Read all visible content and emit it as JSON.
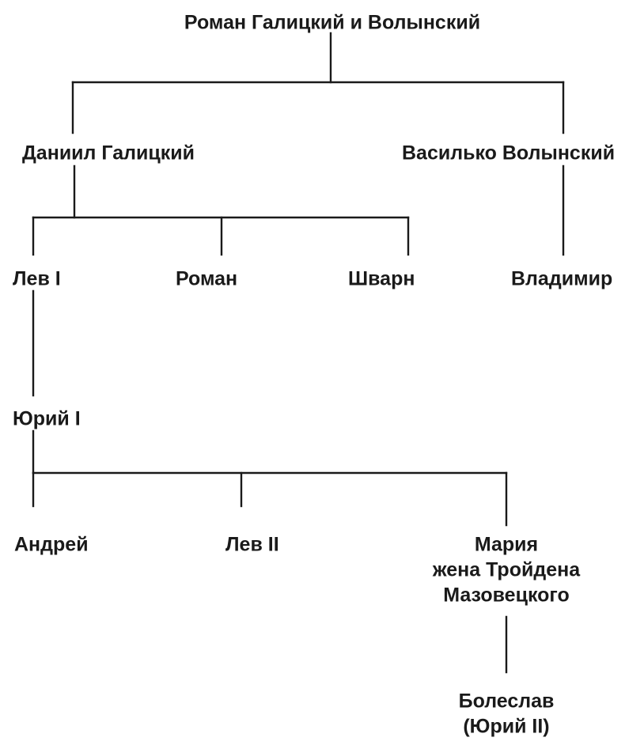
{
  "tree": {
    "nodes": {
      "roman_galitsky": [
        "Роман Галицкий и Волынский"
      ],
      "daniil": [
        "Даниил Галицкий"
      ],
      "vasilko": [
        "Василько Волынский"
      ],
      "lev1": [
        "Лев I"
      ],
      "roman": [
        "Роман"
      ],
      "shvarn": [
        "Шварн"
      ],
      "vladimir": [
        "Владимир"
      ],
      "yuri1": [
        "Юрий I"
      ],
      "andrei": [
        "Андрей"
      ],
      "lev2": [
        "Лев II"
      ],
      "maria": [
        "Мария",
        "жена Тройдена",
        "Мазовецкого"
      ],
      "boleslav": [
        "Болеслав",
        "(Юрий II)"
      ]
    },
    "relations": [
      {
        "parent": "roman_galitsky",
        "children": [
          "daniil",
          "vasilko"
        ]
      },
      {
        "parent": "daniil",
        "children": [
          "lev1",
          "roman",
          "shvarn"
        ]
      },
      {
        "parent": "vasilko",
        "children": [
          "vladimir"
        ]
      },
      {
        "parent": "lev1",
        "children": [
          "yuri1"
        ]
      },
      {
        "parent": "yuri1",
        "children": [
          "andrei",
          "lev2",
          "maria"
        ]
      },
      {
        "parent": "maria",
        "children": [
          "boleslav"
        ]
      }
    ]
  }
}
